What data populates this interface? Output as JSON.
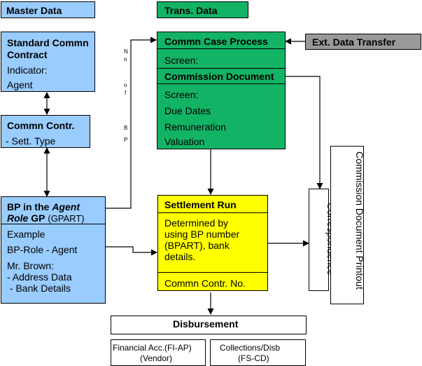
{
  "headers": {
    "master_data": "Master Data",
    "trans_data": "Trans. Data"
  },
  "contract": {
    "title_line1": "Standard Commn",
    "title_line2": "Contract",
    "line1": "Indicator:",
    "line2": "Agent"
  },
  "commn_contr": {
    "title": "Commn Contr.",
    "line1": "- Sett. Type"
  },
  "bp_agent": {
    "title_part1": "BP in the ",
    "title_italic1": "Agent",
    "title_italic2": "Role",
    "title_part2": " GP",
    "title_code": "(GPART)",
    "example": "Example",
    "bp_role": "BP-Role - Agent",
    "mr_brown": "Mr. Brown:",
    "address": "- Address Data",
    "bank": " - Bank Details"
  },
  "case_process": {
    "title": "Commn Case Process",
    "screen": "Screen:"
  },
  "commission_document": {
    "title": "Commission Document",
    "screen": "Screen:",
    "due_dates": "Due Dates",
    "remuneration": "Remuneration",
    "valuation": "Valuation"
  },
  "ext_transfer": {
    "label": "Ext. Data Transfer"
  },
  "settlement_run": {
    "title": "Settlement Run",
    "line1": "Determined by",
    "line2": "using BP number",
    "line3": "(BPART), bank",
    "line4": "details.",
    "footer": "Commn Contr. No."
  },
  "correspondence": {
    "label": "Correspondence"
  },
  "printout": {
    "label": "Commission Document Printout"
  },
  "disbursement": {
    "title": "Disbursement",
    "fi_ap_line1": "Financial Acc.(FI-AP)",
    "fi_ap_line2": "(Vendor)",
    "fs_cd_line1": "Collections/Disb",
    "fs_cd_line2": "(FS-CD)"
  },
  "side_note": {
    "letters": [
      "N",
      "o",
      "o",
      "f",
      "B",
      "P"
    ]
  }
}
